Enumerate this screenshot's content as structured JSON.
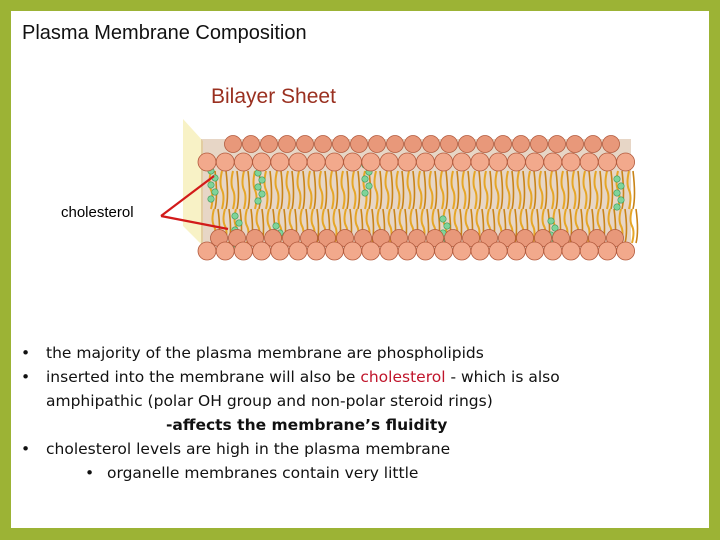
{
  "title": "Plasma Membrane Composition",
  "figure": {
    "heading": "Bilayer Sheet",
    "label": "cholesterol",
    "colors": {
      "head": "#f2a98c",
      "head_outline": "#b25a3d",
      "tail": "#e6a626",
      "cholesterol": "#7fd49a",
      "pointer": "#d21a1a"
    }
  },
  "bullets": {
    "b1": "the majority of the plasma membrane are phospholipids",
    "b2_pre": "inserted into the membrane will also be ",
    "b2_highlight": "cholesterol",
    "b2_post": "  - which is also",
    "b2_cont": "amphipathic (polar OH group and non-polar steroid rings)",
    "b2_sub": "-affects the membrane’s fluidity",
    "b3": "cholesterol levels are high in the plasma membrane",
    "b4": "organelle membranes contain very little",
    "marker": "•"
  }
}
